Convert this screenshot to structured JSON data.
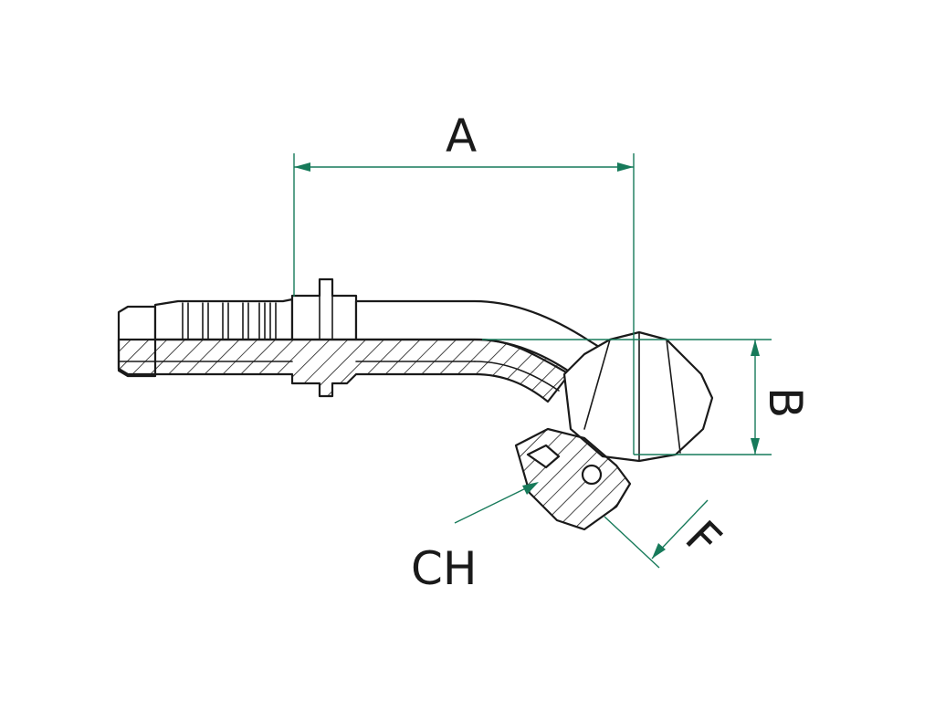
{
  "labels": {
    "dimension_a": "A",
    "dimension_b": "B",
    "dimension_f": "F",
    "dimension_ch": "CH"
  },
  "colors": {
    "outline": "#1a1a1a",
    "dimension_line": "#177a5a",
    "background": "#ffffff"
  }
}
